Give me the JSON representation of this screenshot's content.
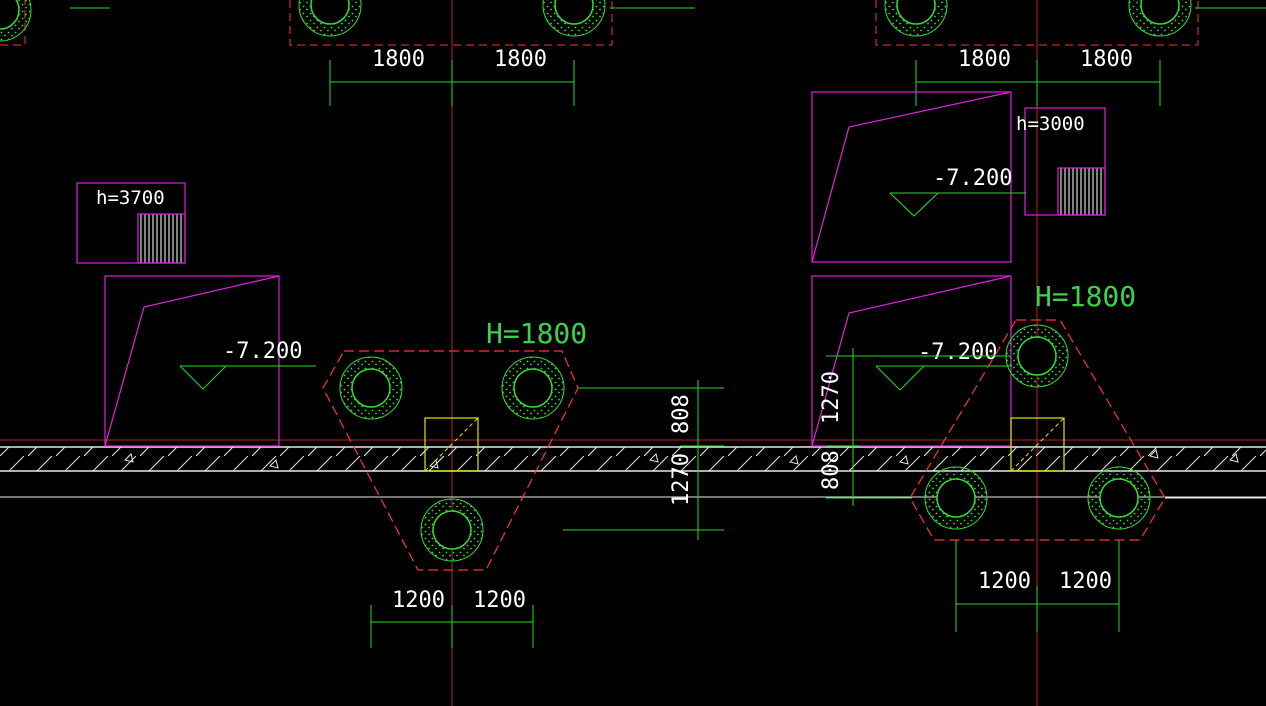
{
  "drawing": {
    "background": "#000000",
    "colors": {
      "axis": "#b22222",
      "dimension": "#22dd22",
      "pit_outline": "#e020e0",
      "pile_cap": "#ff3030",
      "pile": "#2fe02f",
      "column": "#e6e600",
      "slab": "#e8e8e8"
    },
    "top_dimensions": {
      "left": [
        "1800",
        "1800"
      ],
      "right": [
        "1800",
        "1800"
      ]
    },
    "pit_depth_labels": {
      "left": "h=3700",
      "right": "h=3000"
    },
    "elevations": {
      "left_pit": "-7.200",
      "right_pit_upper": "-7.200",
      "right_pit_lower": "-7.200"
    },
    "pile_caps": {
      "left": {
        "height_label": "H=1800",
        "bottom_dimensions": [
          "1200",
          "1200"
        ],
        "vertical_dimensions": [
          "808",
          "1270"
        ]
      },
      "right": {
        "height_label": "H=1800",
        "bottom_dimensions": [
          "1200",
          "1200"
        ],
        "vertical_dimensions": [
          "1270",
          "808"
        ]
      }
    }
  }
}
